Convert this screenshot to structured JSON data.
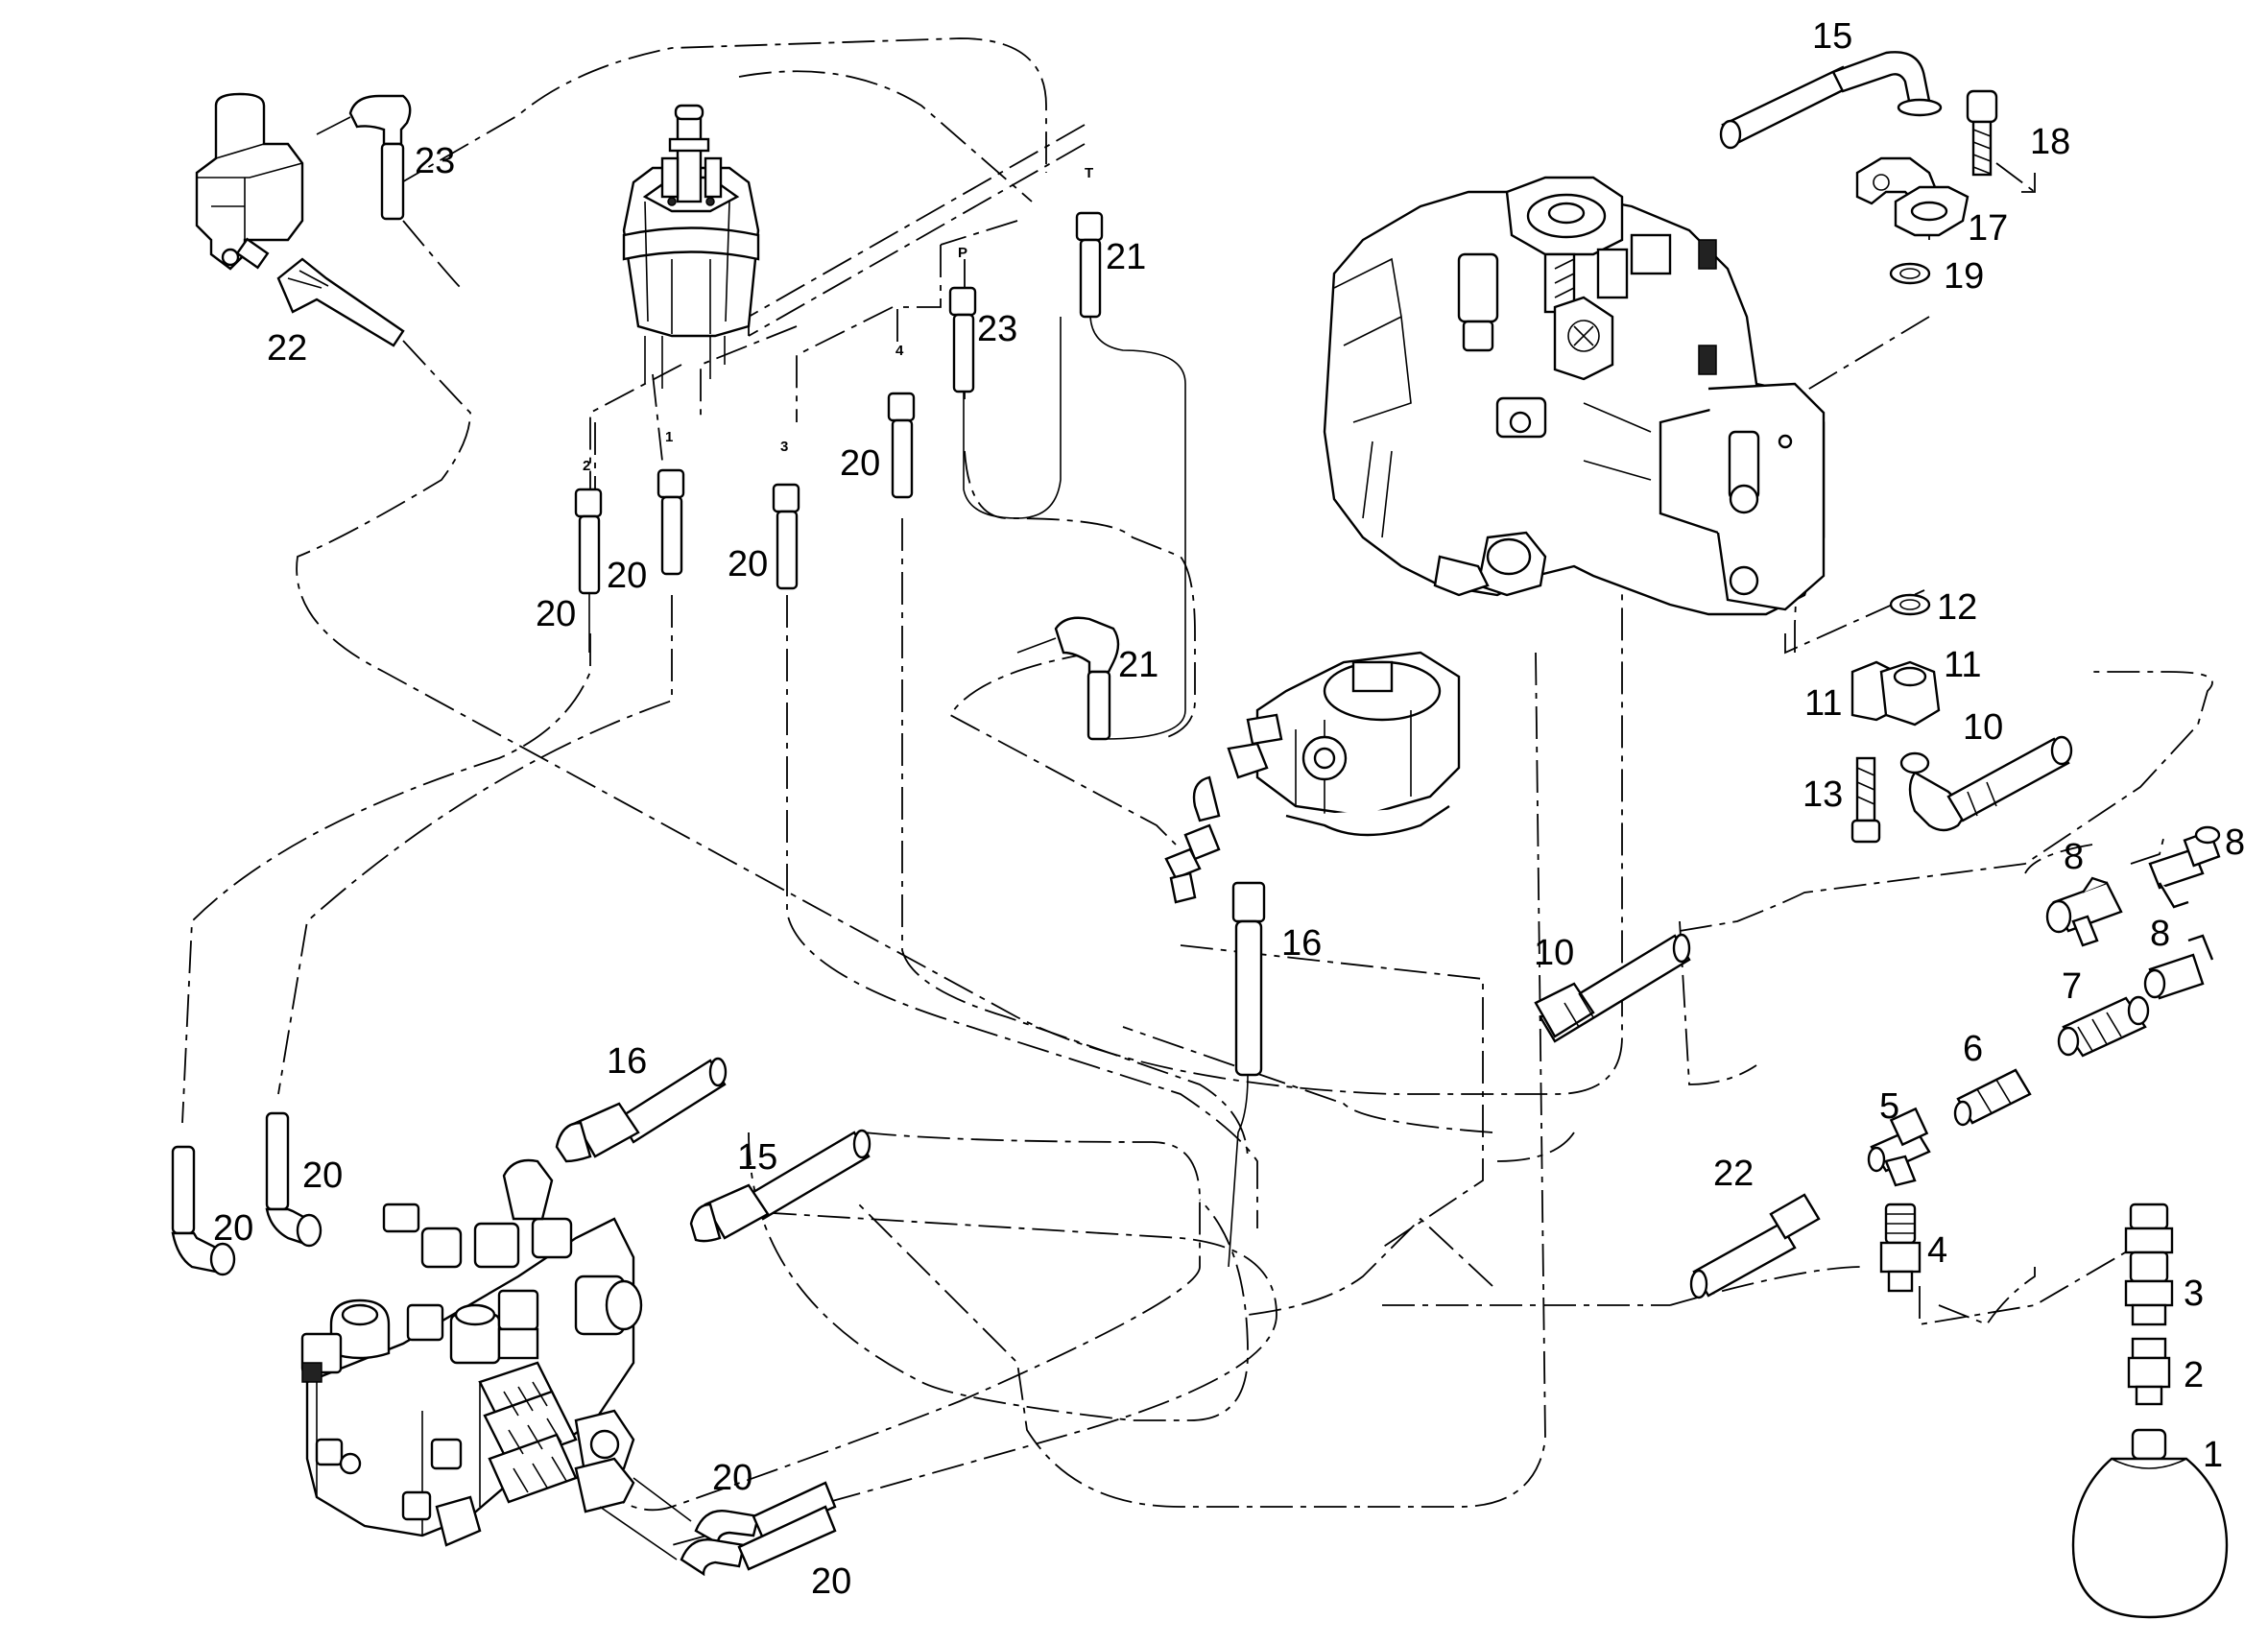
{
  "callouts": [
    {
      "id": "c15a",
      "text": "15"
    },
    {
      "id": "c18",
      "text": "18"
    },
    {
      "id": "c17",
      "text": "17"
    },
    {
      "id": "c19",
      "text": "19"
    },
    {
      "id": "c23a",
      "text": "23"
    },
    {
      "id": "c22a",
      "text": "22"
    },
    {
      "id": "c21a",
      "text": "21"
    },
    {
      "id": "c23b",
      "text": "23"
    },
    {
      "id": "c20a",
      "text": "20"
    },
    {
      "id": "c20b",
      "text": "20"
    },
    {
      "id": "c20c",
      "text": "20"
    },
    {
      "id": "c20d",
      "text": "20"
    },
    {
      "id": "c12",
      "text": "12"
    },
    {
      "id": "c11a",
      "text": "11"
    },
    {
      "id": "c11b",
      "text": "11"
    },
    {
      "id": "c10a",
      "text": "10"
    },
    {
      "id": "c13",
      "text": "13"
    },
    {
      "id": "c21b",
      "text": "21"
    },
    {
      "id": "c8a",
      "text": "8"
    },
    {
      "id": "c8b",
      "text": "8"
    },
    {
      "id": "c8c",
      "text": "8"
    },
    {
      "id": "c16a",
      "text": "16"
    },
    {
      "id": "c10b",
      "text": "10"
    },
    {
      "id": "c7",
      "text": "7"
    },
    {
      "id": "c6",
      "text": "6"
    },
    {
      "id": "c16b",
      "text": "16"
    },
    {
      "id": "c5",
      "text": "5"
    },
    {
      "id": "c15b",
      "text": "15"
    },
    {
      "id": "c22b",
      "text": "22"
    },
    {
      "id": "c20e",
      "text": "20"
    },
    {
      "id": "c20f",
      "text": "20"
    },
    {
      "id": "c4",
      "text": "4"
    },
    {
      "id": "c3",
      "text": "3"
    },
    {
      "id": "c2",
      "text": "2"
    },
    {
      "id": "c20g",
      "text": "20"
    },
    {
      "id": "c1",
      "text": "1"
    },
    {
      "id": "c20h",
      "text": "20"
    }
  ],
  "ports": [
    {
      "id": "pT",
      "text": "T"
    },
    {
      "id": "pP",
      "text": "P"
    },
    {
      "id": "p4",
      "text": "4"
    },
    {
      "id": "p2",
      "text": "2"
    },
    {
      "id": "p1",
      "text": "1"
    },
    {
      "id": "p3",
      "text": "3"
    }
  ]
}
